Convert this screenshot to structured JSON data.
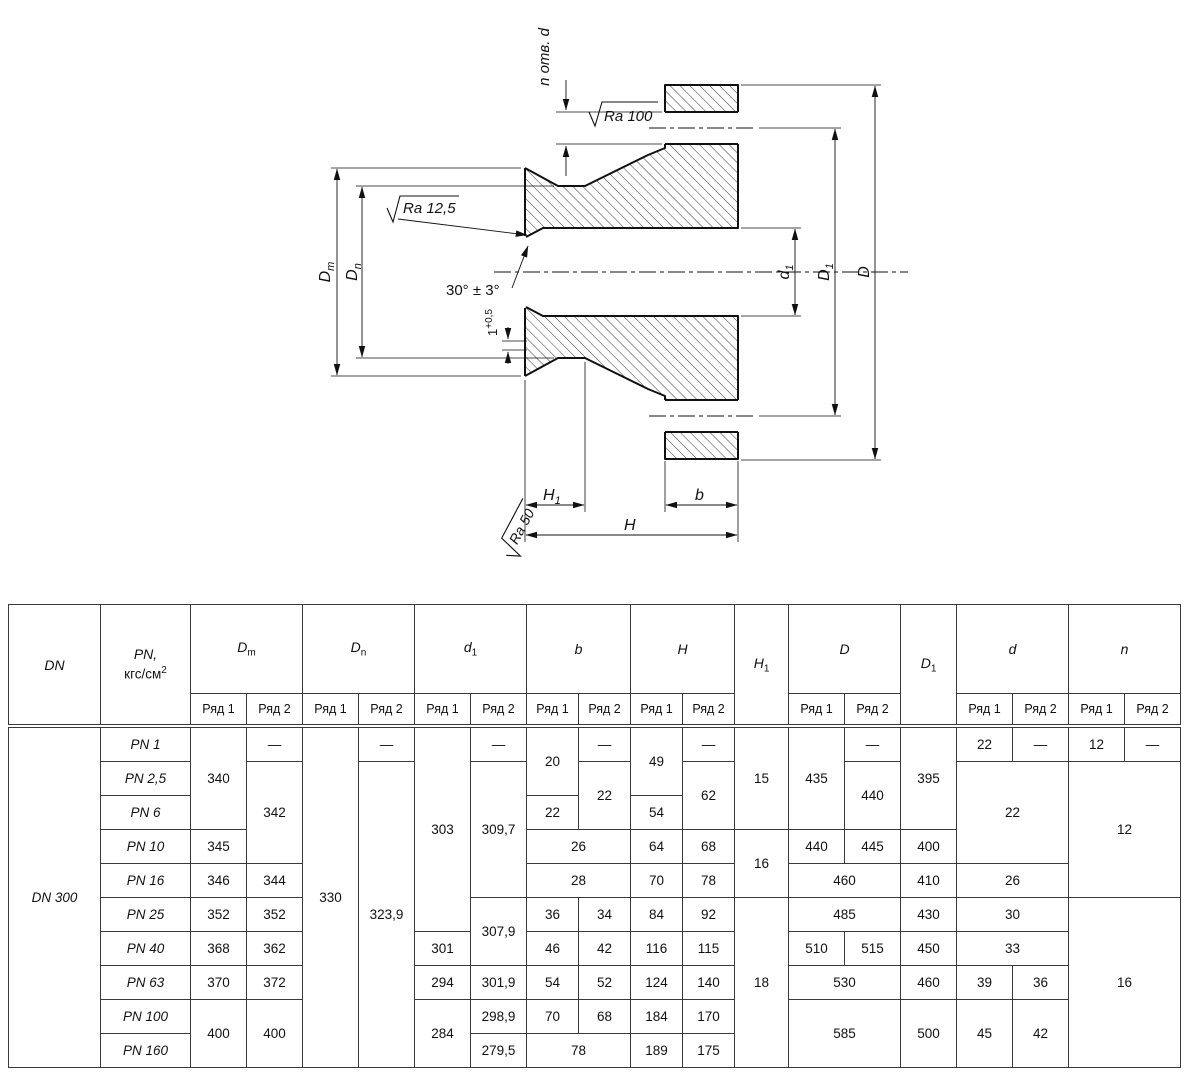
{
  "drawing": {
    "labels": {
      "n_holes": "n отв. d",
      "ra100": "Ra 100",
      "ra125": "Ra 12,5",
      "ra50": "Ra 50",
      "angle": "30° ± 3°",
      "root_main": "1",
      "root_tol": "+0,5",
      "dm_main": "D",
      "dm_sub": "m",
      "dn_main": "D",
      "dn_sub": "n",
      "d1_main": "d",
      "d1_sub": "1",
      "bigd": "D",
      "bigd1_main": "D",
      "bigd1_sub": "1",
      "h": "H",
      "h1_main": "H",
      "h1_sub": "1",
      "b": "b"
    }
  },
  "table": {
    "header": {
      "dn": "DN",
      "pn_line1": "PN,",
      "pn_unit": "кгс/см",
      "pn_sup": "2",
      "dm_main": "D",
      "dm_sub": "m",
      "dn_main": "D",
      "dn_sub": "n",
      "d1_main": "d",
      "d1_sub": "1",
      "b": "b",
      "h": "H",
      "h1_main": "H",
      "h1_sub": "1",
      "d_big": "D",
      "d_big1_main": "D",
      "d_big1_sub": "1",
      "d_small": "d",
      "n": "n",
      "ryad1": "Ряд 1",
      "ryad2": "Ряд 2"
    },
    "dn_value": "DN 300",
    "rows": [
      {
        "pn": "PN 1",
        "dm1": "340",
        "dm2": "—",
        "dn1": "330",
        "dn2": "—",
        "d11": "303",
        "d12": "—",
        "b1": "20",
        "b2": "—",
        "h1": "49",
        "h2": "—",
        "hh1": "15",
        "bd1": "435",
        "bd2": "—",
        "bd1col": "395",
        "sd1": "22",
        "sd2": "—",
        "n1": "12",
        "n2": "—"
      },
      {
        "pn": "PN 2,5",
        "dm2": "342",
        "dn2": "323,9",
        "d12": "309,7",
        "b2": "22",
        "h2": "62",
        "bd2": "440",
        "sdm": "22",
        "nm": "12"
      },
      {
        "pn": "PN 6",
        "b1": "22",
        "h1": "54"
      },
      {
        "pn": "PN 10",
        "dm1": "345",
        "bm": "26",
        "h1": "64",
        "h2": "68",
        "hh1": "16",
        "bd1": "440",
        "bd2": "445",
        "bd1col": "400"
      },
      {
        "pn": "PN 16",
        "dm1": "346",
        "dm2": "344",
        "bm": "28",
        "h1": "70",
        "h2": "78",
        "bdm": "460",
        "bd1col": "410",
        "sdm": "26"
      },
      {
        "pn": "PN 25",
        "dm1": "352",
        "dm2": "352",
        "d12": "307,9",
        "b1": "36",
        "b2": "34",
        "h1": "84",
        "h2": "92",
        "hh1": "18",
        "bdm": "485",
        "bd1col": "430",
        "sdm": "30",
        "nm": "16"
      },
      {
        "pn": "PN 40",
        "dm1": "368",
        "dm2": "362",
        "d11": "301",
        "b1": "46",
        "b2": "42",
        "h1": "116",
        "h2": "115",
        "bd1": "510",
        "bd2": "515",
        "bd1col": "450",
        "sdm": "33"
      },
      {
        "pn": "PN 63",
        "dm1": "370",
        "dm2": "372",
        "d11": "294",
        "d12": "301,9",
        "b1": "54",
        "b2": "52",
        "h1": "124",
        "h2": "140",
        "bdm": "530",
        "bd1col": "460",
        "sd1": "39",
        "sd2": "36"
      },
      {
        "pn": "PN 100",
        "dm1": "400",
        "dm2": "400",
        "d11": "284",
        "d12": "298,9",
        "b1": "70",
        "b2": "68",
        "h1": "184",
        "h2": "170",
        "bdm": "585",
        "bd1col": "500",
        "sd1": "45",
        "sd2": "42"
      },
      {
        "pn": "PN 160",
        "d12": "279,5",
        "bm": "78",
        "h1": "189",
        "h2": "175"
      }
    ]
  }
}
